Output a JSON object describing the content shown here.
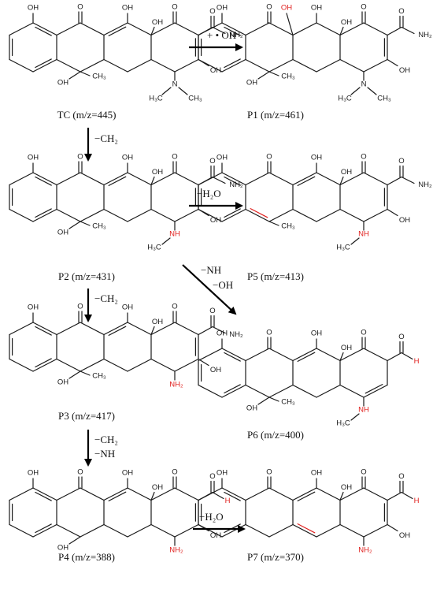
{
  "colors": {
    "ink": "#1a1a1a",
    "highlight": "#e0201e",
    "arrow": "#000000"
  },
  "molecules": [
    {
      "id": "TC",
      "caption": "TC (m/z=445)"
    },
    {
      "id": "P1",
      "caption": "P1 (m/z=461)"
    },
    {
      "id": "P2",
      "caption": "P2 (m/z=431)"
    },
    {
      "id": "P5",
      "caption": "P5 (m/z=413)"
    },
    {
      "id": "P3",
      "caption": "P3 (m/z=417)"
    },
    {
      "id": "P6",
      "caption": "P6 (m/z=400)"
    },
    {
      "id": "P4",
      "caption": "P4 (m/z=388)"
    },
    {
      "id": "P7",
      "caption": "P7 (m/z=370)"
    }
  ],
  "reactions": [
    {
      "from": "TC",
      "to": "P1",
      "labels": [
        "+ • OH"
      ]
    },
    {
      "from": "TC",
      "to": "P2",
      "labels": [
        "−CH₂"
      ]
    },
    {
      "from": "P2",
      "to": "P5",
      "labels": [
        "−H₂O"
      ]
    },
    {
      "from": "P2",
      "to": "P6",
      "labels": [
        "−NH",
        "−OH"
      ]
    },
    {
      "from": "P2",
      "to": "P3",
      "labels": [
        "−CH₂"
      ]
    },
    {
      "from": "P3",
      "to": "P4",
      "labels": [
        "−CH₂",
        "−NH"
      ]
    },
    {
      "from": "P4",
      "to": "P7",
      "labels": [
        "−H₂O"
      ]
    }
  ],
  "atom_labels": {
    "oh": "OH",
    "o": "O",
    "nh2": "NH₂",
    "nh": "NH",
    "n": "N",
    "h": "H",
    "ch3": "CH₃",
    "h3c": "H₃C"
  }
}
